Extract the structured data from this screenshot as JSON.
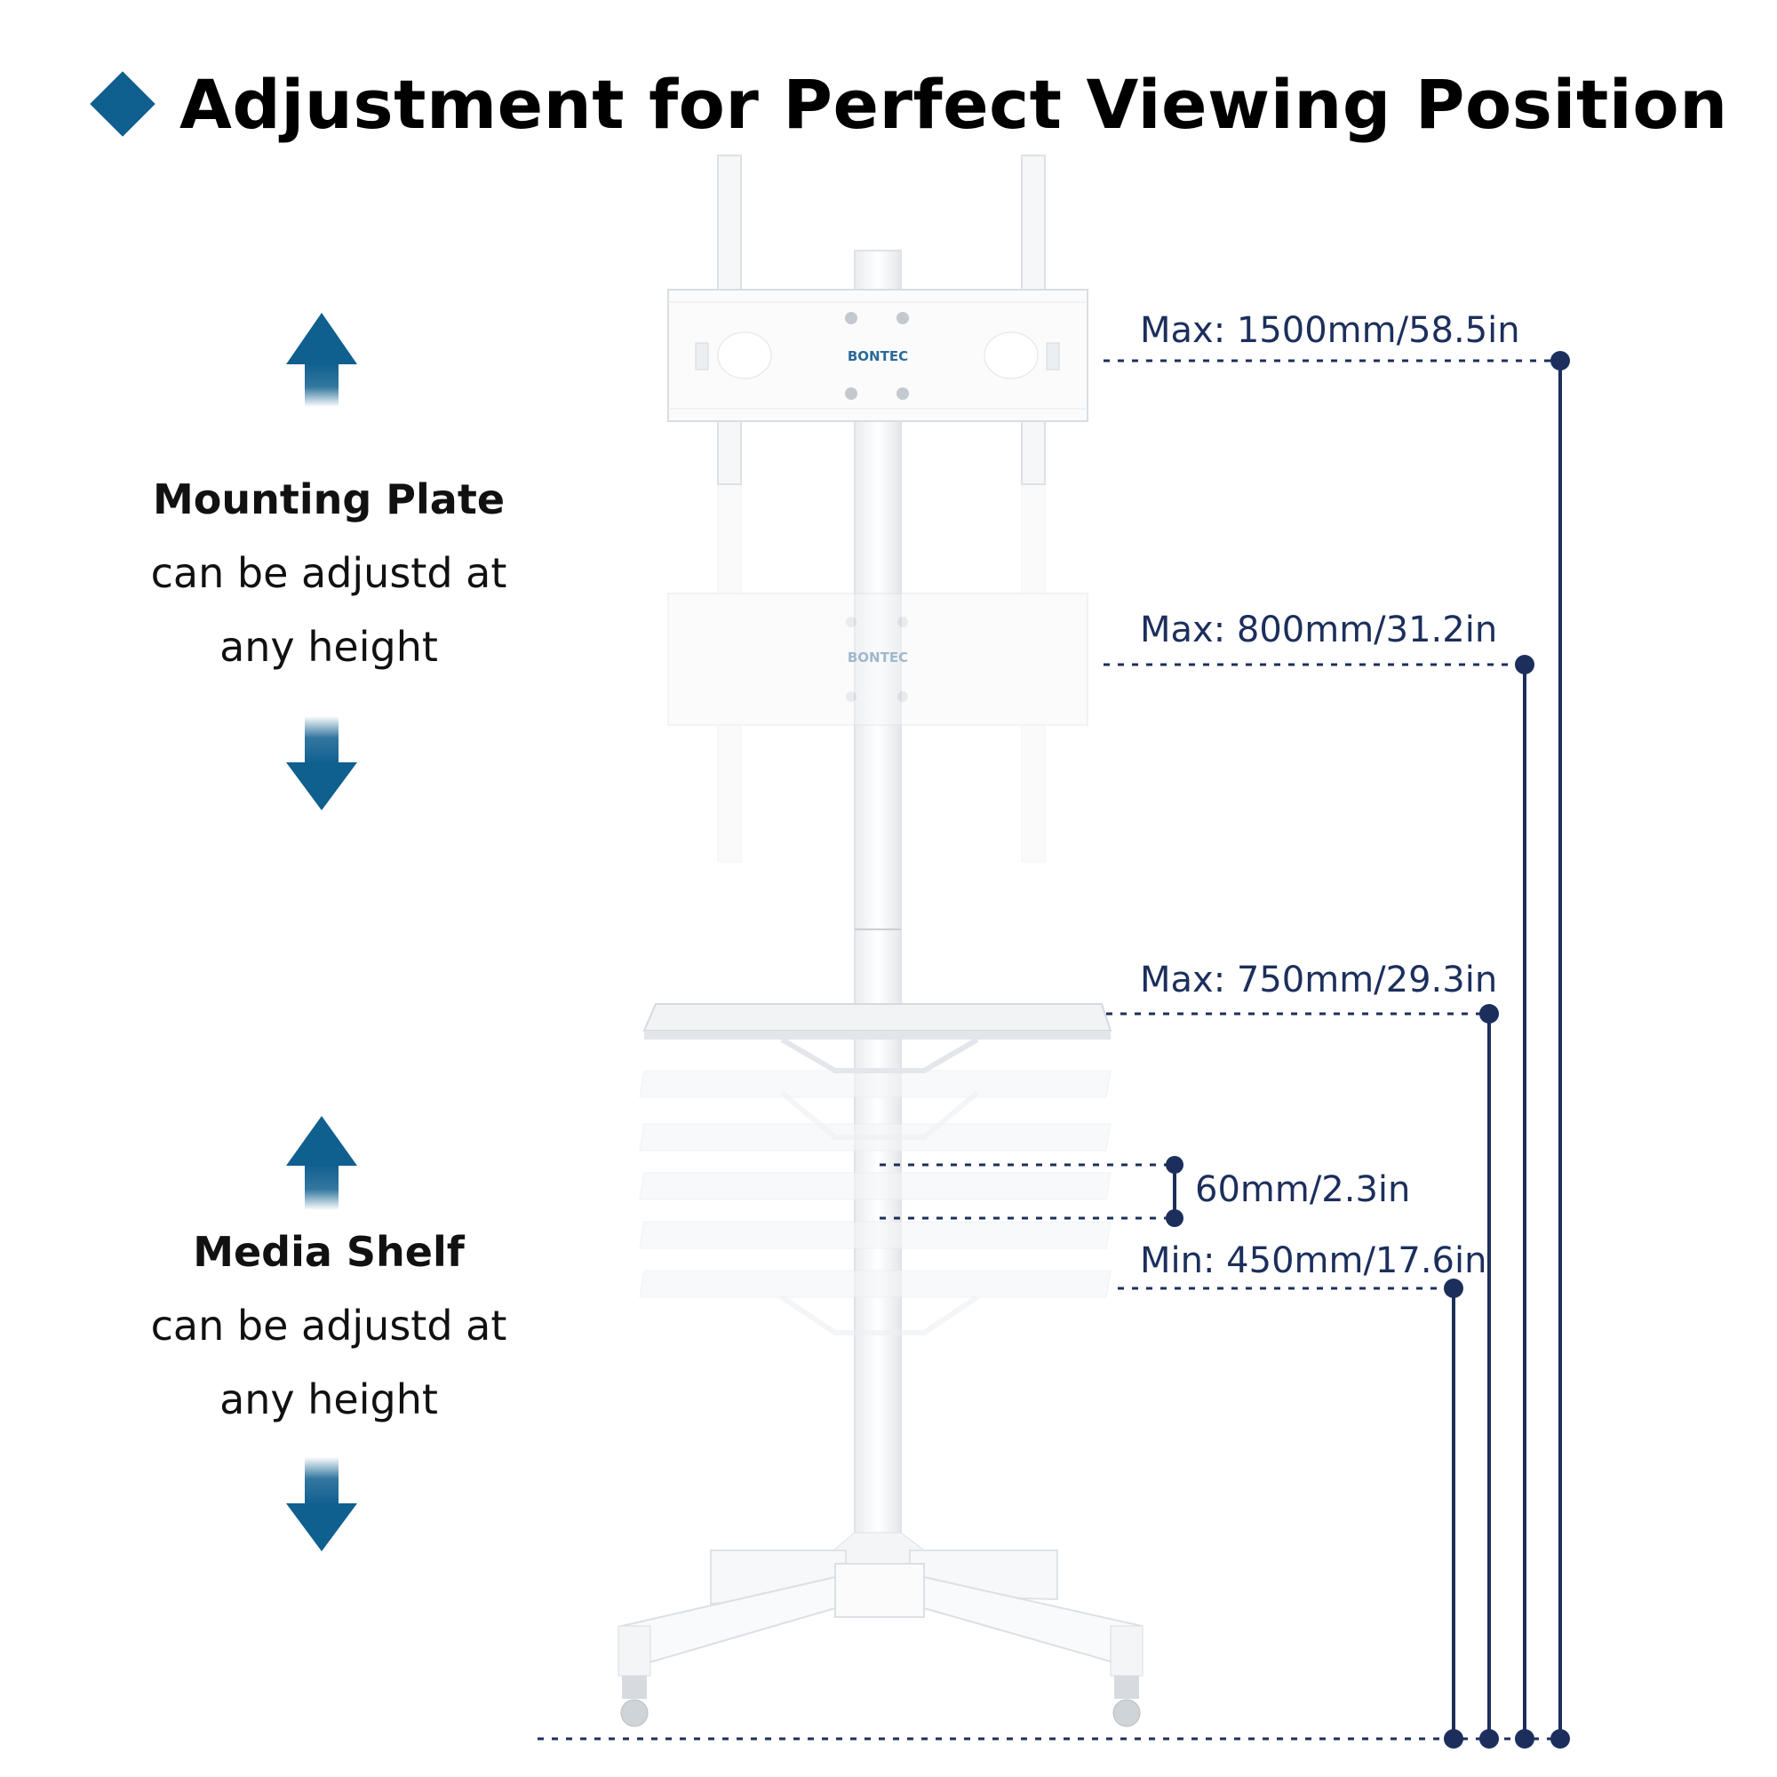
{
  "title": "Adjustment for Perfect Viewing Position",
  "captions": {
    "mounting_plate": [
      "Mounting Plate",
      "can be adjustd at",
      "any height"
    ],
    "media_shelf": [
      "Media Shelf",
      "can be adjustd at",
      "any height"
    ]
  },
  "brand": "BONTEC",
  "dimensions": {
    "plate_max": "Max: 1500mm/58.5in",
    "plate_min": "Max: 800mm/31.2in",
    "shelf_max": "Max: 750mm/29.3in",
    "shelf_step": "60mm/2.3in",
    "shelf_min": "Min: 450mm/17.6in"
  },
  "colors": {
    "accent": "#0f5f8f",
    "dimension": "#1c2f5c"
  },
  "icons": [
    "diamond-bullet-icon",
    "arrow-up-icon",
    "arrow-down-icon"
  ]
}
